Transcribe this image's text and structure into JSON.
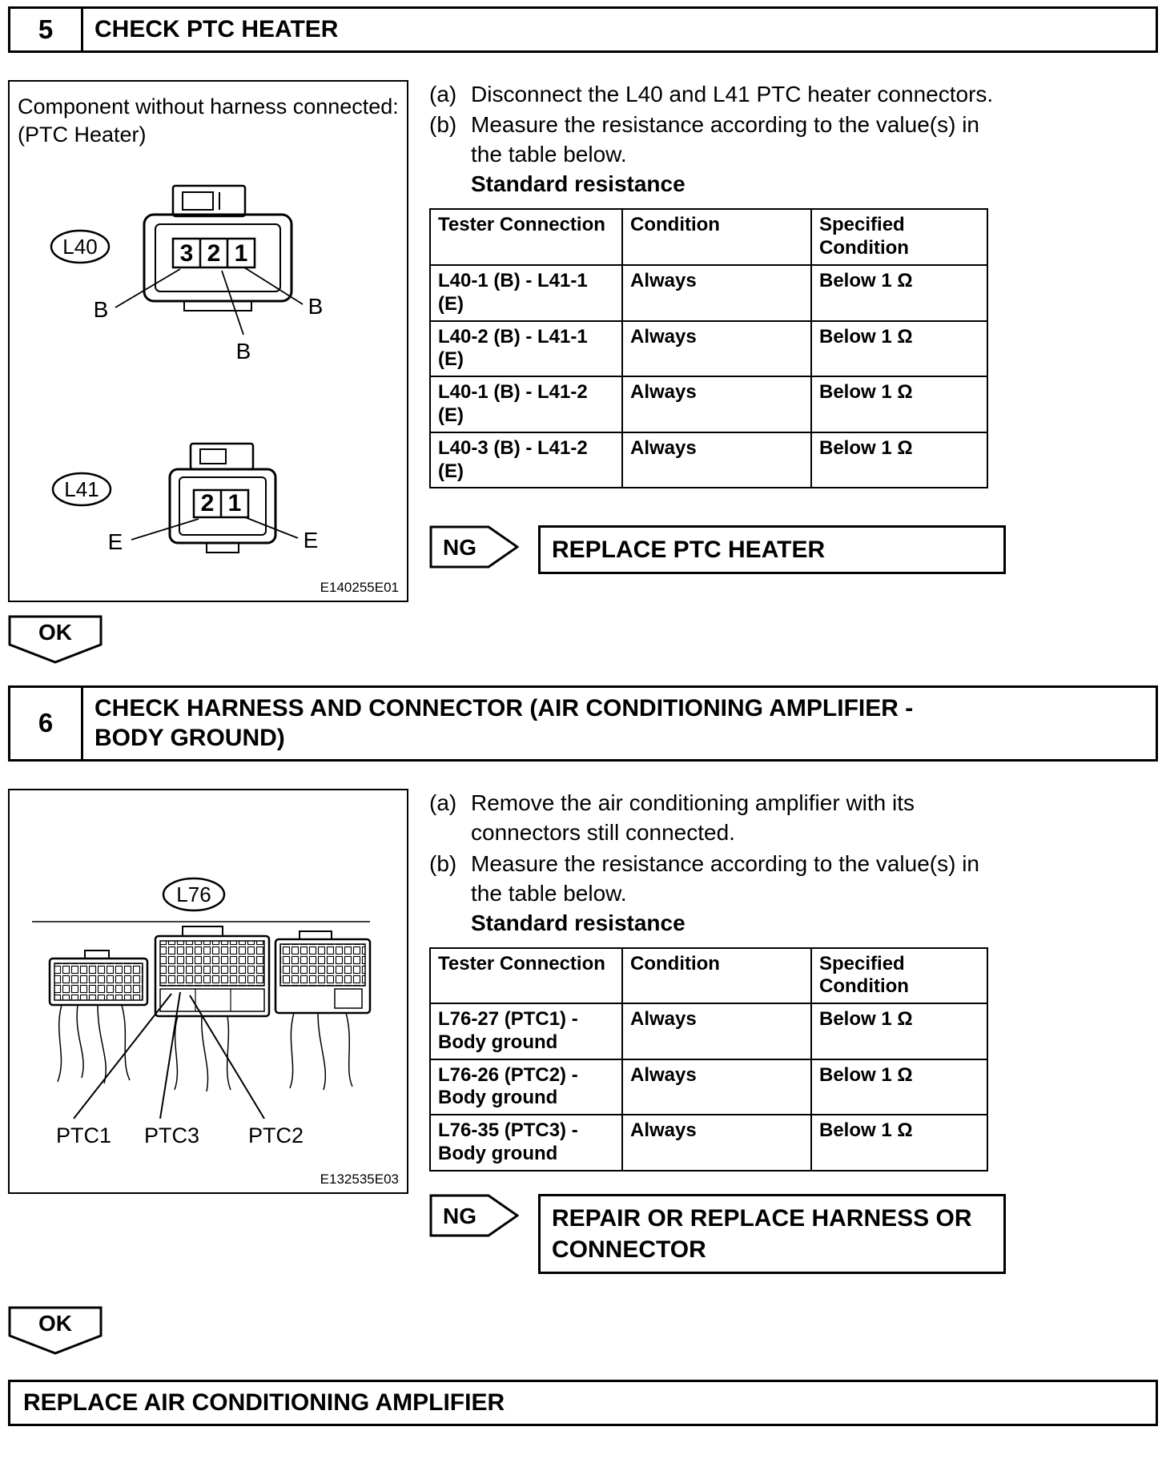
{
  "step5": {
    "number": "5",
    "title": "CHECK PTC HEATER",
    "figure": {
      "caption": "Component without harness connected:",
      "caption2": "(PTC Heater)",
      "connector1": {
        "label": "L40",
        "pins": [
          "3",
          "2",
          "1"
        ],
        "term_left": "B",
        "term_right": "B",
        "term_bottom": "B"
      },
      "connector2": {
        "label": "L41",
        "pins": [
          "2",
          "1"
        ],
        "term_left": "E",
        "term_right": "E"
      },
      "code": "E140255E01"
    },
    "steps": [
      {
        "marker": "(a)",
        "text": "Disconnect the L40 and L41 PTC heater connectors."
      },
      {
        "marker": "(b)",
        "text": "Measure the resistance according to the value(s) in the table below."
      }
    ],
    "standard": "Standard resistance",
    "table": {
      "headers": [
        "Tester Connection",
        "Condition",
        "Specified Condition"
      ],
      "rows": [
        [
          "L40-1 (B) - L41-1 (E)",
          "Always",
          "Below 1 Ω"
        ],
        [
          "L40-2 (B) - L41-1 (E)",
          "Always",
          "Below 1 Ω"
        ],
        [
          "L40-1 (B) - L41-2 (E)",
          "Always",
          "Below 1 Ω"
        ],
        [
          "L40-3 (B) - L41-2 (E)",
          "Always",
          "Below 1 Ω"
        ]
      ]
    },
    "ng": "NG",
    "ng_result": "REPLACE PTC HEATER",
    "ok": "OK"
  },
  "step6": {
    "number": "6",
    "title": "CHECK HARNESS AND CONNECTOR (AIR CONDITIONING AMPLIFIER - BODY GROUND)",
    "figure": {
      "connector_label": "L76",
      "labels": [
        "PTC1",
        "PTC3",
        "PTC2"
      ],
      "code": "E132535E03"
    },
    "steps": [
      {
        "marker": "(a)",
        "text": "Remove the air conditioning amplifier with its connectors still connected."
      },
      {
        "marker": "(b)",
        "text": "Measure the resistance according to the value(s) in the table below."
      }
    ],
    "standard": "Standard resistance",
    "table": {
      "headers": [
        "Tester Connection",
        "Condition",
        "Specified Condition"
      ],
      "rows": [
        [
          "L76-27 (PTC1) - Body ground",
          "Always",
          "Below 1 Ω"
        ],
        [
          "L76-26 (PTC2) - Body ground",
          "Always",
          "Below 1 Ω"
        ],
        [
          "L76-35 (PTC3) - Body ground",
          "Always",
          "Below 1 Ω"
        ]
      ]
    },
    "ng": "NG",
    "ng_result": "REPAIR OR REPLACE HARNESS OR CONNECTOR",
    "ok": "OK"
  },
  "footer": {
    "text": "REPLACE AIR CONDITIONING AMPLIFIER"
  }
}
